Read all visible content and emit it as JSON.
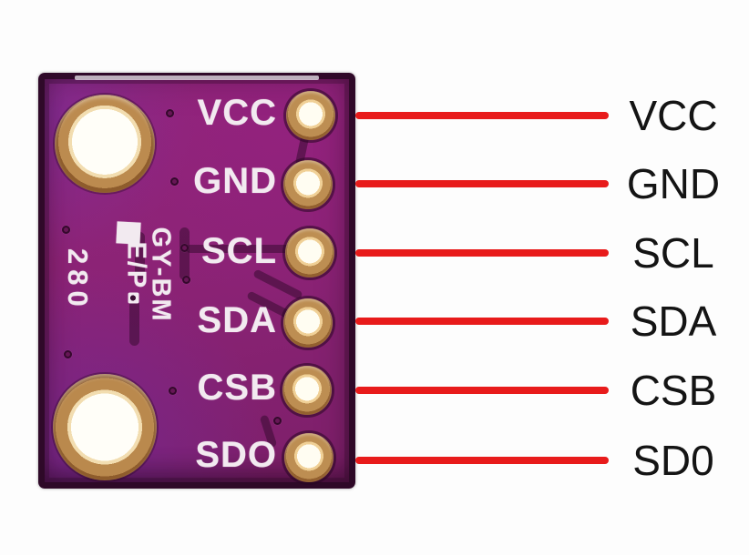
{
  "colors": {
    "background": "#fdfdfd",
    "pcb": "#8c2376",
    "pcb_border": "#2c0926",
    "pad_gold": "#bd8e52",
    "pad_hole": "#fffdf2",
    "silkscreen": "#f2eaf0",
    "callout_line": "#e81b1b",
    "callout_text": "#141414"
  },
  "board": {
    "silkscreen_title_line1": "GY-BM",
    "silkscreen_title_line2": "E/P",
    "silkscreen_title_line3": "280"
  },
  "pins": [
    {
      "board_label": "VCC",
      "callout_label": "VCC"
    },
    {
      "board_label": "GND",
      "callout_label": "GND"
    },
    {
      "board_label": "SCL",
      "callout_label": "SCL"
    },
    {
      "board_label": "SDA",
      "callout_label": "SDA"
    },
    {
      "board_label": "CSB",
      "callout_label": "CSB"
    },
    {
      "board_label": "SDO",
      "callout_label": "SD0"
    }
  ]
}
